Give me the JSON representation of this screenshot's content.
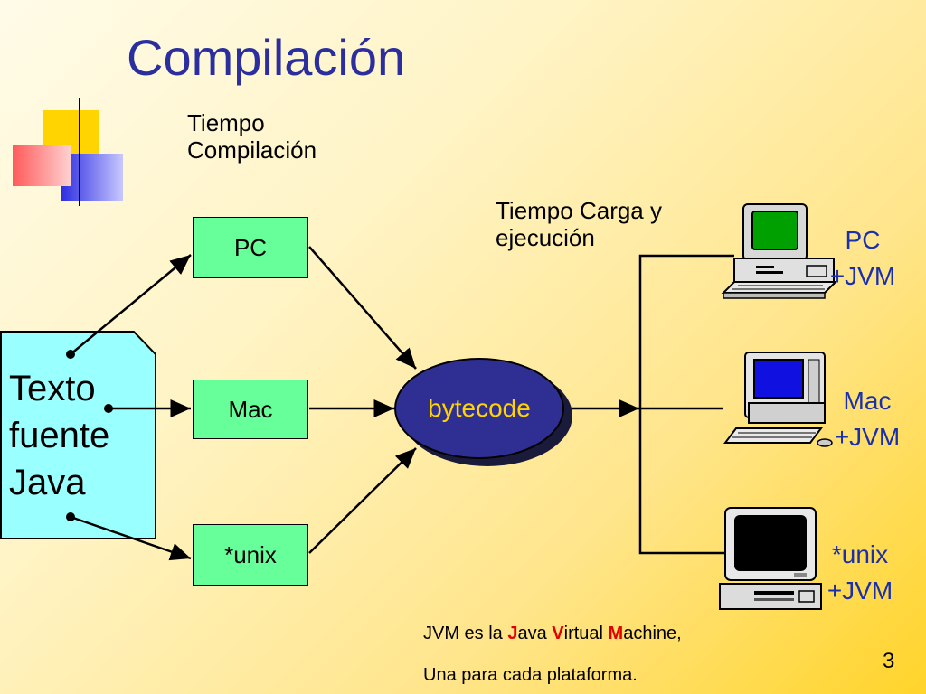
{
  "title": "Compilación",
  "labels": {
    "compile_time_1": "Tiempo",
    "compile_time_2": "Compilación",
    "load_time_1": "Tiempo Carga y",
    "load_time_2": "ejecución"
  },
  "source": {
    "line1": "Texto",
    "line2": "fuente",
    "line3": "Java"
  },
  "platforms": [
    {
      "label": "PC"
    },
    {
      "label": "Mac"
    },
    {
      "label": "*unix"
    }
  ],
  "bytecode": "bytecode",
  "targets": [
    {
      "line1": "PC",
      "line2": "+JVM"
    },
    {
      "line1": "Mac",
      "line2": "+JVM"
    },
    {
      "line1": "*unix",
      "line2": "+JVM"
    }
  ],
  "footnote": {
    "pre": "JVM es la ",
    "j": "J",
    "ava": "ava ",
    "v": "V",
    "irtual": "irtual ",
    "m": "M",
    "achine": "achine,",
    "line2": "Una para cada plataforma."
  },
  "page_number": "3",
  "colors": {
    "title": "#2a2e9e",
    "platform_box": "#66ff99",
    "source_box": "#99ffff",
    "bytecode_fill": "#2f2f93",
    "bytecode_text": "#ffd400",
    "target_label": "#1a2fae",
    "highlight": "#e00000"
  }
}
